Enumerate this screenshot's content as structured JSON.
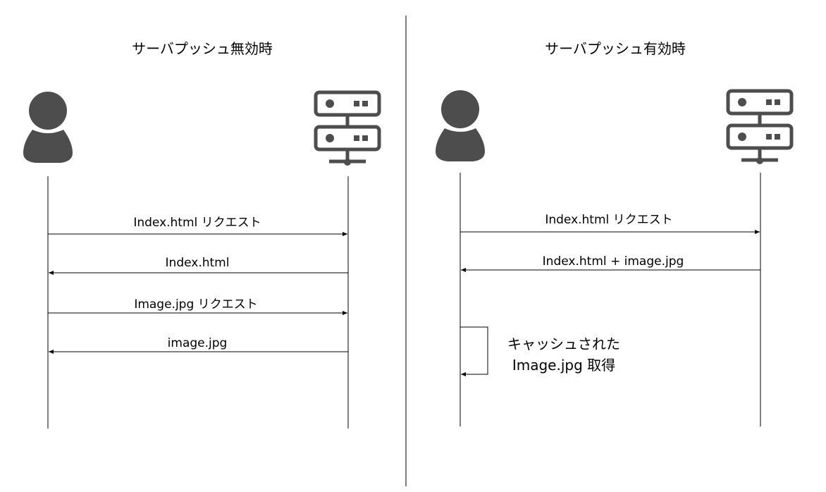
{
  "left_panel": {
    "title": "サーバプッシュ無効時",
    "messages": [
      {
        "label": "Index.html リクエスト",
        "direction": "client-to-server"
      },
      {
        "label": "Index.html",
        "direction": "server-to-client"
      },
      {
        "label": "Image.jpg リクエスト",
        "direction": "client-to-server"
      },
      {
        "label": "image.jpg",
        "direction": "server-to-client"
      }
    ]
  },
  "right_panel": {
    "title": "サーバプッシュ有効時",
    "messages": [
      {
        "label": "Index.html リクエスト",
        "direction": "client-to-server"
      },
      {
        "label": "Index.html + image.jpg",
        "direction": "server-to-client"
      }
    ],
    "self_message": {
      "line1": "キャッシュされた",
      "line2": "Image.jpg 取得"
    }
  },
  "icons": {
    "client": "user-icon",
    "server": "server-icon"
  },
  "colors": {
    "icon": "#4d4d4d",
    "line": "#000000"
  }
}
